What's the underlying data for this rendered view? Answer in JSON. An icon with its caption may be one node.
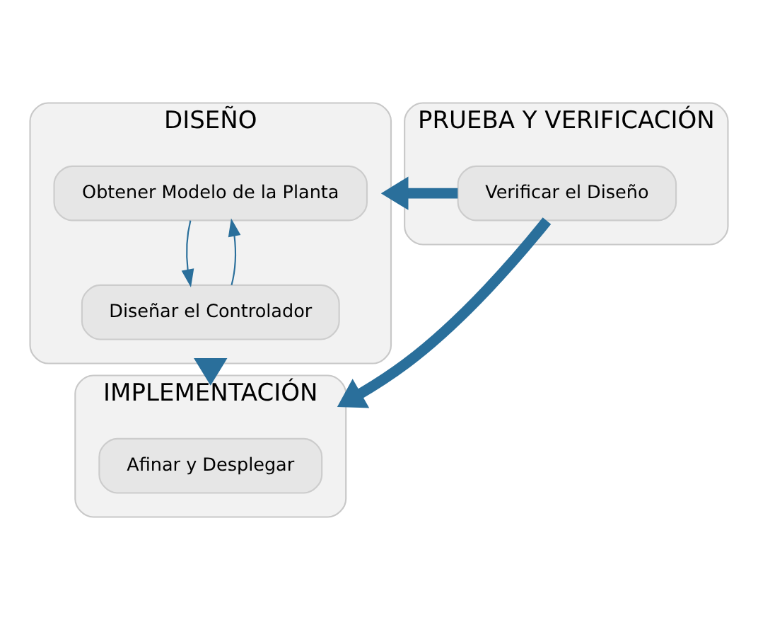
{
  "diagram": {
    "nodes": [
      {
        "text": [
          "DISEÑO"
        ]
      },
      {
        "text": [
          "Obtener Modelo de la Planta"
        ],
        "in": 0
      },
      {
        "text": [
          "Diseñar el Controlador"
        ],
        "in": 0
      },
      {
        "text": [
          "IMPLEMENTACIÓN"
        ]
      },
      {
        "text": [
          "Afinar y Desplegar"
        ],
        "in": 3
      },
      {
        "text": [
          "PRUEBA Y VERIFICACIÓN"
        ]
      },
      {
        "text": [
          "Verificar el Diseño"
        ],
        "in": 5
      }
    ],
    "edges": [
      {
        "from": 1,
        "to": 2,
        "arrow": "to"
      },
      {
        "from": 2,
        "to": 1,
        "arrow": "to"
      },
      {
        "from": 0,
        "to": 3,
        "arrow": "to",
        "style": "thick"
      },
      {
        "from": 6,
        "to": 0,
        "arrow": "to",
        "style": "thick"
      },
      {
        "from": 6,
        "to": 3,
        "arrow": "to",
        "style": "thick"
      }
    ]
  }
}
